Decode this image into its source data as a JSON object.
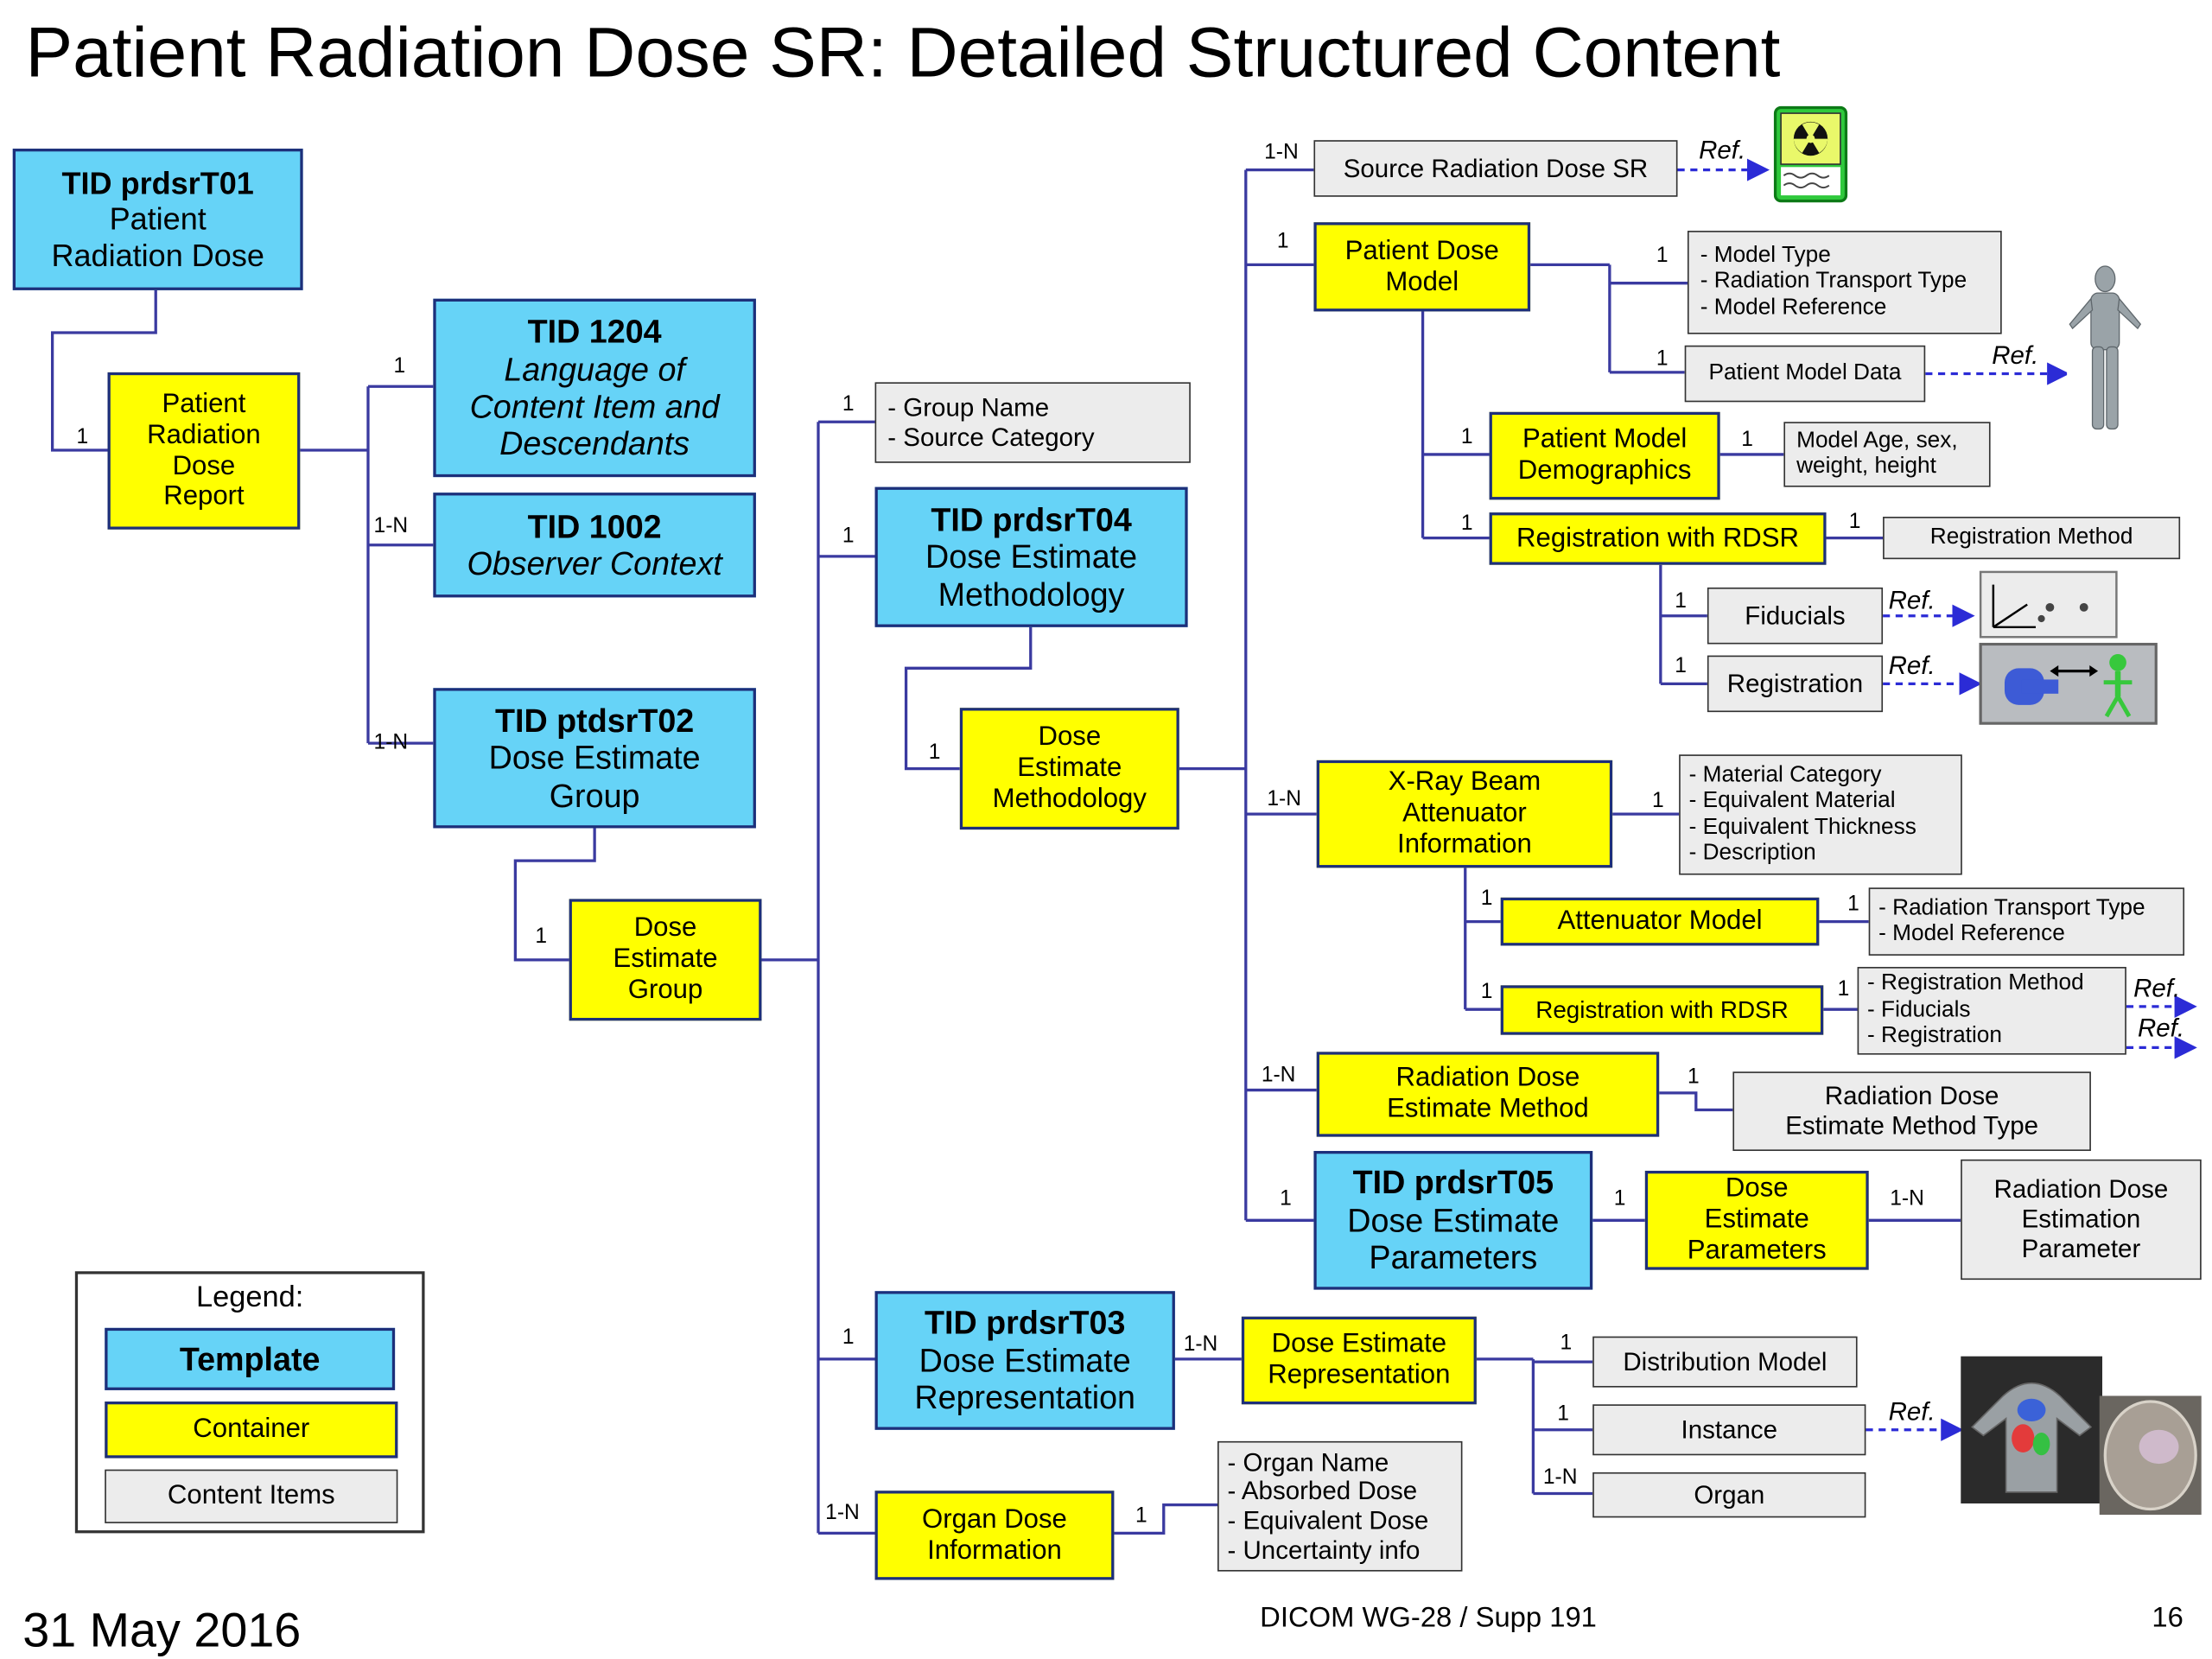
{
  "title": "Patient Radiation Dose SR: Detailed Structured Content",
  "footer": {
    "date": "31 May 2016",
    "center": "DICOM WG-28 / Supp 191",
    "page": "16"
  },
  "legend": {
    "title": "Legend:",
    "template": "Template",
    "container": "Container",
    "content_items": "Content Items"
  },
  "ref_label": "Ref.",
  "cardinality": {
    "one": "1",
    "many": "1-N"
  },
  "colors": {
    "template": "#66d3f7",
    "container": "#ffff00",
    "content_item": "#ececec",
    "connector": "#1d2f7a"
  },
  "templates": {
    "t01": {
      "id": "TID prdsrT01",
      "line1": "Patient",
      "line2": "Radiation Dose"
    },
    "t1204": {
      "id": "TID 1204",
      "line1": "Language of",
      "line2": "Content Item and",
      "line3": "Descendants"
    },
    "t1002": {
      "id": "TID 1002",
      "line1": "Observer Context"
    },
    "t02": {
      "id": "TID ptdsrT02",
      "line1": "Dose Estimate",
      "line2": "Group"
    },
    "t04": {
      "id": "TID prdsrT04",
      "line1": "Dose Estimate",
      "line2": "Methodology"
    },
    "t05": {
      "id": "TID prdsrT05",
      "line1": "Dose Estimate",
      "line2": "Parameters"
    },
    "t03": {
      "id": "TID prdsrT03",
      "line1": "Dose Estimate",
      "line2": "Representation"
    }
  },
  "containers": {
    "report": [
      "Patient",
      "Radiation",
      "Dose",
      "Report"
    ],
    "group": [
      "Dose",
      "Estimate",
      "Group"
    ],
    "methodology": [
      "Dose",
      "Estimate",
      "Methodology"
    ],
    "patient_dose_model": [
      "Patient Dose",
      "Model"
    ],
    "demographics": [
      "Patient Model",
      "Demographics"
    ],
    "registration_rdsr": [
      "Registration with RDSR"
    ],
    "xray": [
      "X-Ray Beam",
      "Attenuator",
      "Information"
    ],
    "attenuator_model": [
      "Attenuator Model"
    ],
    "registration_rdsr2": [
      "Registration with RDSR"
    ],
    "rad_method": [
      "Radiation Dose",
      "Estimate Method"
    ],
    "dose_params": [
      "Dose",
      "Estimate",
      "Parameters"
    ],
    "dose_repr": [
      "Dose Estimate",
      "Representation"
    ],
    "organ_info": [
      "Organ Dose",
      "Information"
    ]
  },
  "items": {
    "source_sr": [
      "Source Radiation Dose SR"
    ],
    "model_type": [
      "- Model Type",
      "- Radiation Transport Type",
      "- Model Reference"
    ],
    "patient_model_data": [
      "Patient Model Data"
    ],
    "age_sex": [
      "Model Age, sex,",
      "weight, height"
    ],
    "registration_method": [
      "Registration Method"
    ],
    "fiducials": [
      "Fiducials"
    ],
    "registration": [
      "Registration"
    ],
    "group_name": [
      "- Group Name",
      "- Source Category"
    ],
    "material": [
      "- Material Category",
      "- Equivalent Material",
      "- Equivalent Thickness",
      "- Description"
    ],
    "rad_transport": [
      "- Radiation Transport Type",
      "- Model Reference"
    ],
    "reg_fid": [
      "- Registration Method",
      "- Fiducials",
      "- Registration"
    ],
    "method_type": [
      "Radiation Dose",
      "Estimate Method Type"
    ],
    "est_param": [
      "Radiation Dose",
      "Estimation",
      "Parameter"
    ],
    "distribution": [
      "Distribution Model"
    ],
    "instance": [
      "Instance"
    ],
    "organ": [
      "Organ"
    ],
    "organ_name": [
      "- Organ Name",
      "- Absorbed Dose",
      "- Equivalent Dose",
      "- Uncertainty info"
    ]
  },
  "icons": [
    "radiation-scroll-icon",
    "human-model-icon",
    "fiducial-axes-icon",
    "registration-icon",
    "organ-dose-image-icon"
  ]
}
